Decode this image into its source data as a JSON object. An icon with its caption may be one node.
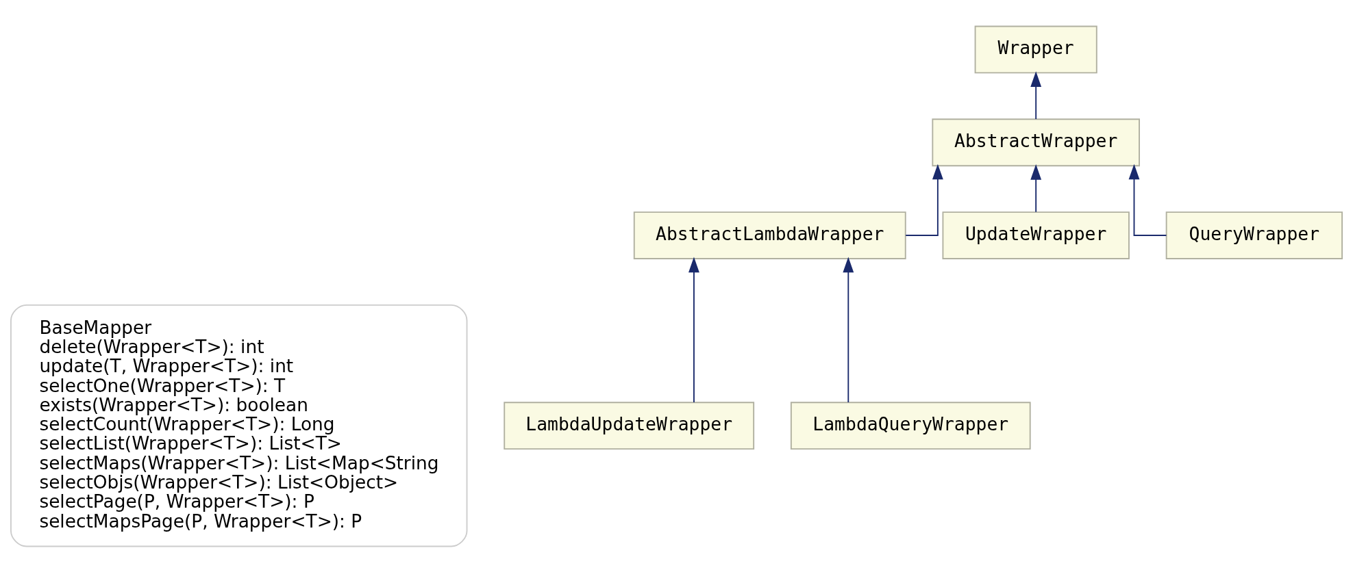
{
  "diagram": {
    "nodes": [
      {
        "text": [
          "BaseMapper",
          "delete(Wrapper<T>): int",
          "update(T, Wrapper<T>): int",
          "selectOne(Wrapper<T>): T",
          "exists(Wrapper<T>): boolean",
          "selectCount(Wrapper<T>): Long",
          "selectList(Wrapper<T>): List<T>",
          "selectMaps(Wrapper<T>): List<Map<String",
          "selectObjs(Wrapper<T>): List<Object>",
          "selectPage(P, Wrapper<T>): P",
          "selectMapsPage(P, Wrapper<T>): P"
        ]
      },
      {
        "text": [
          "Wrapper"
        ]
      },
      {
        "text": [
          "AbstractWrapper"
        ]
      },
      {
        "text": [
          "AbstractLambdaWrapper"
        ]
      },
      {
        "text": [
          "UpdateWrapper"
        ]
      },
      {
        "text": [
          "QueryWrapper"
        ]
      },
      {
        "text": [
          "LambdaUpdateWrapper"
        ]
      },
      {
        "text": [
          "LambdaQueryWrapper"
        ]
      }
    ],
    "edges": [
      {
        "from": 2,
        "to": 1,
        "arrow": "to"
      },
      {
        "from": 3,
        "to": 2,
        "arrow": "to"
      },
      {
        "from": 4,
        "to": 2,
        "arrow": "to"
      },
      {
        "from": 5,
        "to": 2,
        "arrow": "to"
      },
      {
        "from": 6,
        "to": 3,
        "arrow": "to"
      },
      {
        "from": 7,
        "to": 3,
        "arrow": "to"
      }
    ]
  }
}
